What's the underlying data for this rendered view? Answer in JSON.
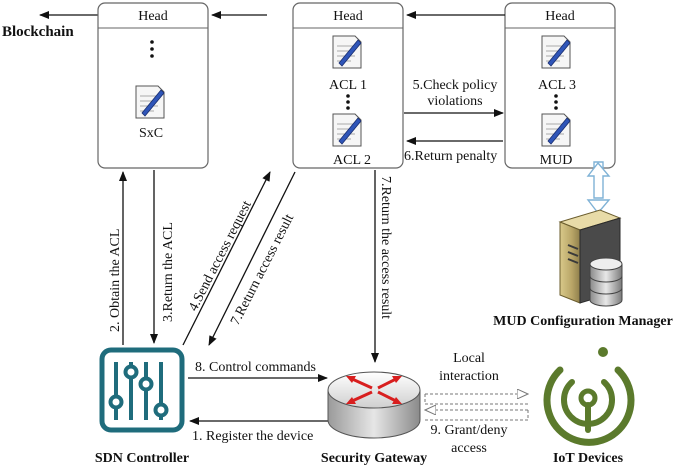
{
  "blockchain_label": "Blockchain",
  "blocks": [
    {
      "head": "Head",
      "items": [
        "SxC"
      ]
    },
    {
      "head": "Head",
      "items": [
        "ACL 1",
        "ACL 2"
      ]
    },
    {
      "head": "Head",
      "items": [
        "ACL 3",
        "MUD"
      ]
    }
  ],
  "steps": {
    "s1": "1. Register the device",
    "s2": "2. Obtain the ACL",
    "s3": "3.Return the ACL",
    "s4": "4.Send access request",
    "s5a": "5.Check policy",
    "s5b": "violations",
    "s6": "6.Return penalty",
    "s7a": "7.Return access result",
    "s7b": "7.Return the access result",
    "s8": "8. Control commands",
    "s9a": "9. Grant/deny",
    "s9b": "access",
    "local_a": "Local",
    "local_b": "interaction"
  },
  "nodes": {
    "sdn": "SDN Controller",
    "gateway": "Security Gateway",
    "iot": "IoT Devices",
    "mud_manager": "MUD Configuration Manager"
  },
  "colors": {
    "sdn_teal": "#1f6c7c",
    "iot_green": "#5b7a2c",
    "gateway_red": "#d81e1e",
    "dotted_arrow": "#7fb2d6"
  }
}
